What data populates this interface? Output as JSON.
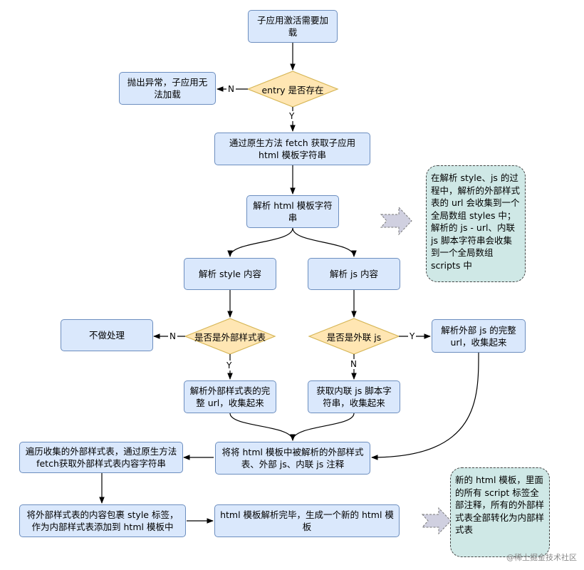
{
  "nodes": {
    "start": "子应用激活需要加载",
    "entry_check": "entry 是否存在",
    "throw_error": "抛出异常，子应用无法加载",
    "fetch_html": "通过原生方法 fetch 获取子应用 html 模板字符串",
    "parse_html": "解析 html 模板字符串",
    "parse_style": "解析 style 内容",
    "parse_js": "解析 js 内容",
    "no_process": "不做处理",
    "is_external_style": "是否是外部样式表",
    "is_external_js": "是否是外联 js",
    "parse_external_js": "解析外部 js 的完整 url，收集起来",
    "parse_external_style": "解析外部样式表的完整 url，收集起来",
    "get_inline_js": "获取内联 js 脚本字符串，收集起来",
    "annotate": "将将 html 模板中被解析的外部样式表、外部 js、内联 js 注释",
    "fetch_styles": "遍历收集的外部样式表，通过原生方法 fetch获取外部样式表内容字符串",
    "wrap_styles": "将外部样式表的内容包裹 style 标签，作为内部样式表添加到 html 模板中",
    "done": "html 模板解析完毕，生成一个新的 html 模板"
  },
  "edge_labels": {
    "no": "N",
    "yes": "Y"
  },
  "notes": {
    "note1": "在解析 style、js 的过程中，解析的外部样式表的 url 会收集到一个全局数组 styles 中；解析的 js - url、内联 js 脚本字符串会收集到一个全局数组 scripts 中",
    "note2": "新的 html 模板，里面的所有 script 标签全部注释，所有的外部样式表全部转化为内部样式表"
  },
  "watermark": "@稀土掘金技术社区",
  "colors": {
    "process_fill": "#dae8fc",
    "process_border": "#6c8ebf",
    "decision_fill": "#ffe6b3",
    "decision_border": "#d6b656",
    "note_fill": "#cfe8e6"
  }
}
